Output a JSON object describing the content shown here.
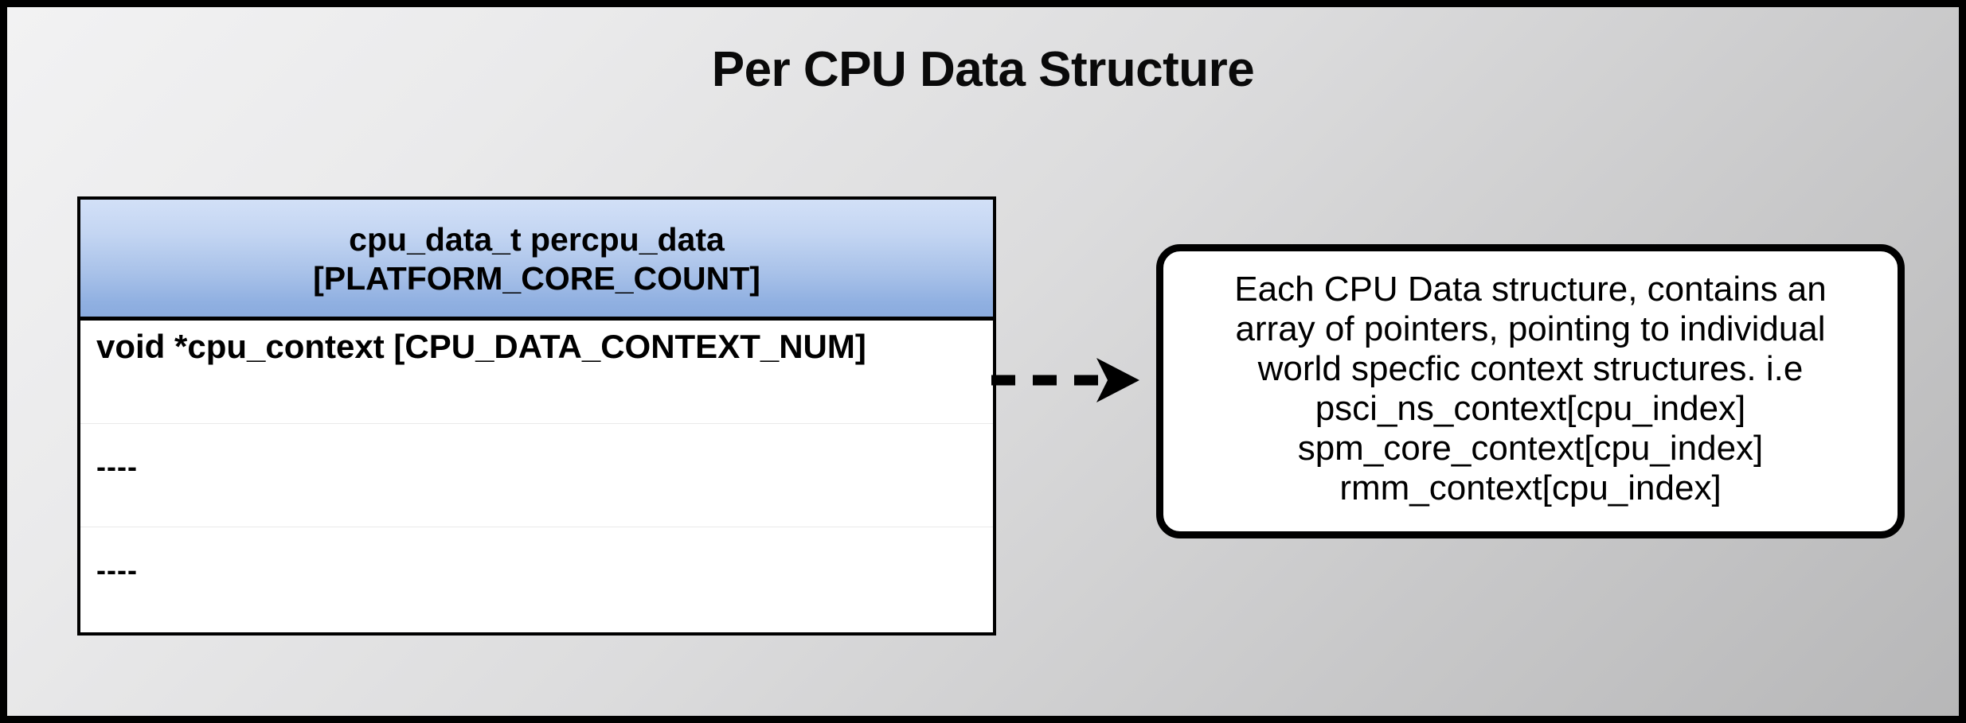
{
  "title": "Per CPU Data Structure",
  "struct_box": {
    "header_lines": [
      "cpu_data_t percpu_data",
      "[PLATFORM_CORE_COUNT]"
    ],
    "rows": [
      {
        "label": "void *cpu_context [CPU_DATA_CONTEXT_NUM]",
        "placeholder": false
      },
      {
        "label": "----",
        "placeholder": true
      },
      {
        "label": "----",
        "placeholder": true
      }
    ]
  },
  "connector": {
    "style": "dashed-arrow",
    "direction": "right",
    "from": "struct-box",
    "to": "note-box"
  },
  "note_box": {
    "lines": [
      "Each CPU Data structure, contains an",
      "array of pointers, pointing to individual",
      "world specfic context structures. i.e",
      "psci_ns_context[cpu_index]",
      "spm_core_context[cpu_index]",
      "rmm_context[cpu_index]"
    ]
  },
  "colors": {
    "canvas_border": "#000000",
    "background_light": "#f2f2f3",
    "background_dark": "#b7b7b8",
    "header_gradient_top": "#d2e0f7",
    "header_gradient_bottom": "#8aabde",
    "box_border": "#000000",
    "box_fill": "#ffffff",
    "row_divider": "#e9e9e9",
    "text": "#000000"
  }
}
